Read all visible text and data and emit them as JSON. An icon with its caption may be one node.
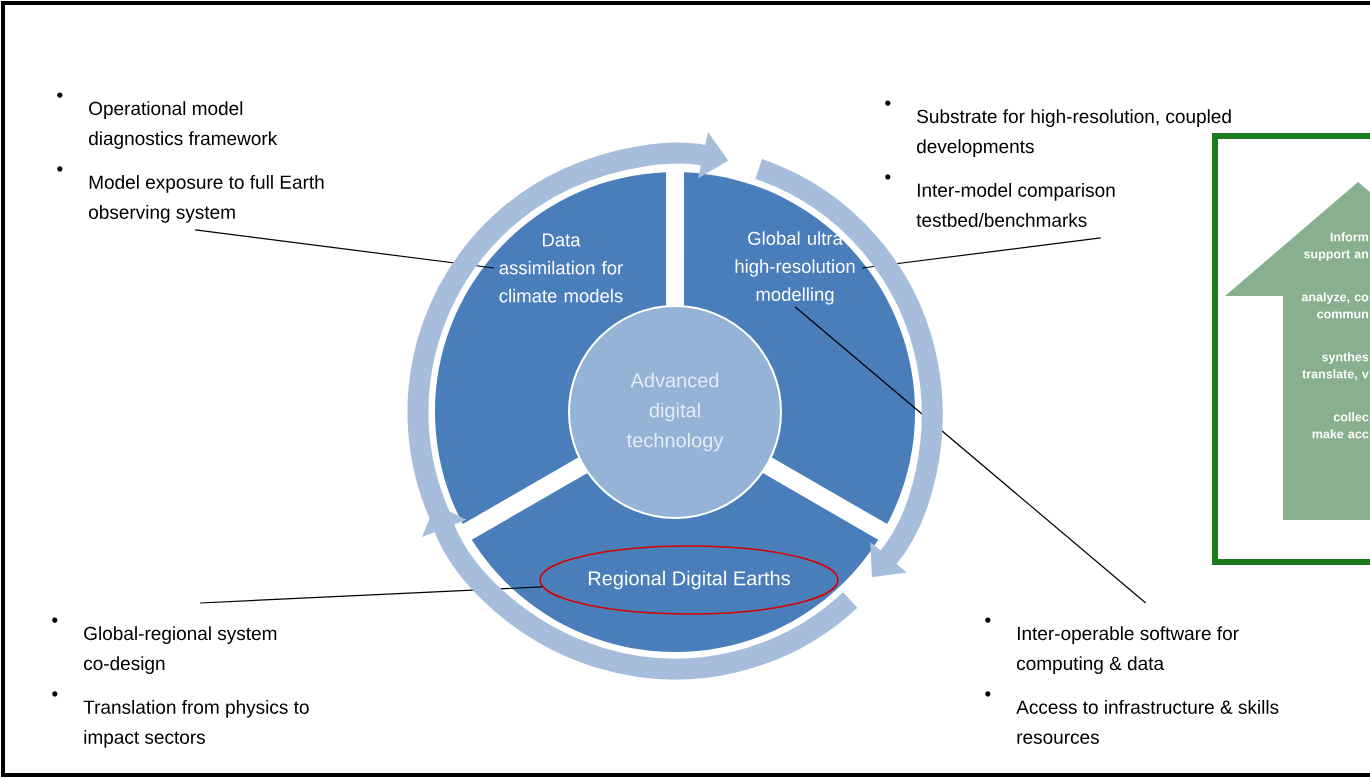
{
  "diagram": {
    "nodes": [
      {
        "text": [
          "Data assimilation for climate models"
        ]
      },
      {
        "text": [
          "Global ultra high-resolution modelling"
        ]
      },
      {
        "text": [
          "Regional Digital Earths"
        ]
      },
      {
        "text": [
          "Advanced digital technology"
        ]
      },
      {
        "text": [
          "Operational model diagnostics framework",
          "Model exposure to full Earth observing system"
        ]
      },
      {
        "text": [
          "Substrate for high-resolution, coupled developments",
          "Inter-model comparison testbed/benchmarks"
        ]
      },
      {
        "text": [
          "Global-regional system co-design",
          "Translation from physics to impact sectors"
        ]
      },
      {
        "text": [
          "Inter-operable software for computing & data",
          "Access to infrastructure & skills resources"
        ]
      },
      {
        "text": [],
        "shape": "box"
      },
      {
        "text": [
          "Inform support an",
          "analyze, co commun",
          "synthes translate, v",
          "collec make acc"
        ],
        "in": 8
      }
    ],
    "edges": [
      {
        "from": 4,
        "to": 0,
        "arrow": "none"
      },
      {
        "from": 5,
        "to": 1,
        "arrow": "none"
      },
      {
        "from": 6,
        "to": 2,
        "arrow": "none"
      },
      {
        "from": 7,
        "to": 1,
        "arrow": "none"
      },
      {
        "from": 0,
        "to": 1,
        "arrow": "to",
        "style": "thick",
        "color": "#a6bddb"
      },
      {
        "from": 1,
        "to": 2,
        "arrow": "to",
        "style": "thick",
        "color": "#a6bddb"
      },
      {
        "from": 2,
        "to": 0,
        "arrow": "to",
        "style": "thick",
        "color": "#a6bddb"
      }
    ]
  }
}
